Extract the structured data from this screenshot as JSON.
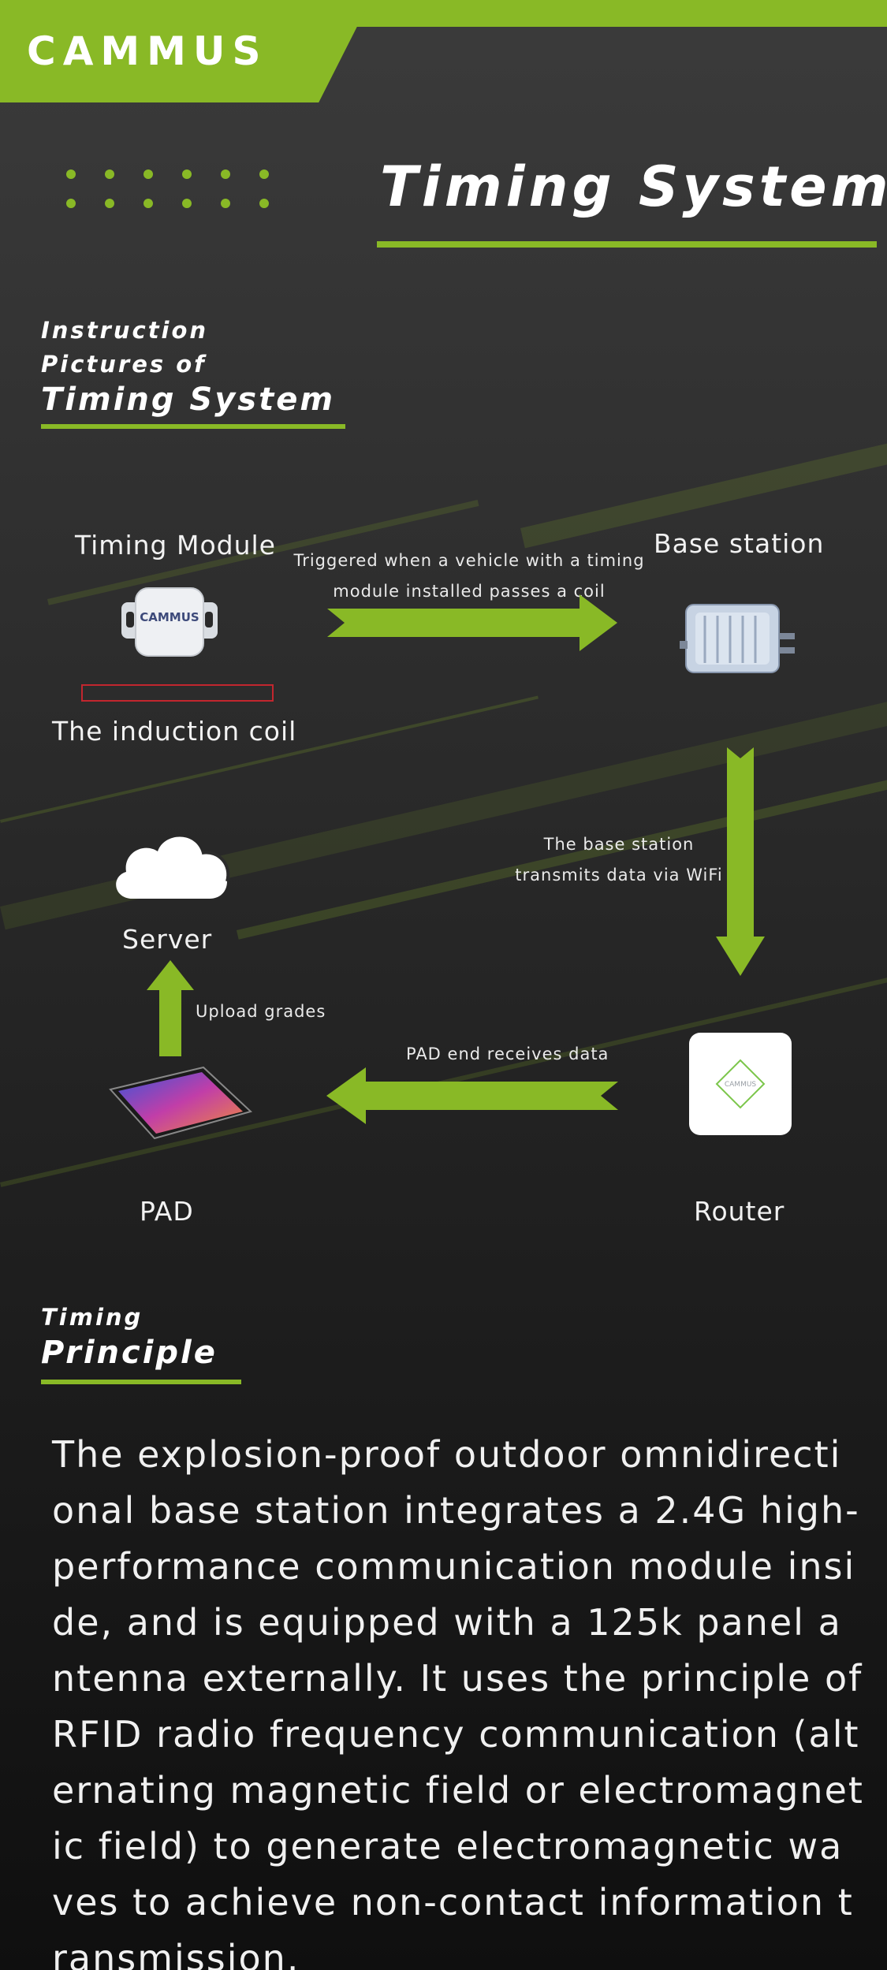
{
  "brand": {
    "logo": "CAMMUS"
  },
  "header": {
    "title": "Timing System"
  },
  "sections": {
    "instruction": {
      "line1": "Instruction",
      "line2": "Pictures of",
      "line3": "Timing System"
    },
    "principle": {
      "line1": "Timing",
      "line2": "Principle"
    }
  },
  "diagram": {
    "timing_module": "Timing Module",
    "module_badge": "CAMMUS",
    "induction_coil": "The induction coil",
    "base_station": "Base station",
    "arrow_trigger_line1": "Triggered when a vehicle with a timing",
    "arrow_trigger_line2": "module installed passes a coil",
    "wifi_line1": "The base station",
    "wifi_line2": "transmits data via WiFi",
    "server": "Server",
    "upload": "Upload grades",
    "pad_receive": "PAD end receives data",
    "pad": "PAD",
    "router": "Router",
    "router_badge": "CAMMUS"
  },
  "principle_text": "The explosion-proof outdoor omnidirectional base station integrates a 2.4G high-performance communication module inside, and is equipped with a 125k panel antenna externally. It uses the principle of RFID radio frequency communication (alternating magnetic field or electromagnetic field) to generate electromagnetic waves to achieve non-contact information transmission.",
  "colors": {
    "accent": "#89b926",
    "background_top": "#3b3b3b",
    "background_bottom": "#0f0f0f"
  },
  "icons": [
    "timing-module-icon",
    "base-station-icon",
    "cloud-icon",
    "tablet-icon",
    "router-icon"
  ]
}
